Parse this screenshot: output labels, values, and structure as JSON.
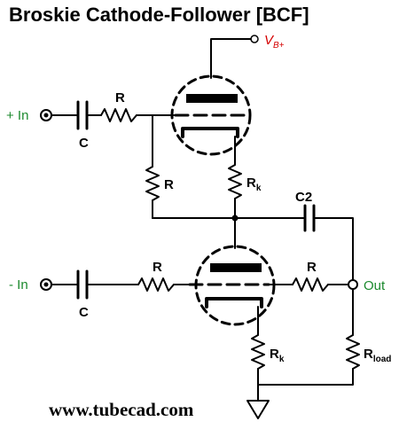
{
  "title": "Broskie Cathode-Follower [BCF]",
  "footer": "www.tubecad.com",
  "labels": {
    "supply_main": "V",
    "supply_sub": "B+",
    "in_plus": "+ In",
    "in_minus": "- In",
    "out": "Out",
    "cap_top": "C",
    "cap_bottom": "C",
    "cap_c2": "C2",
    "r_top_input": "R",
    "r_top_left": "R",
    "r_top_cathode_main": "R",
    "r_top_cathode_sub": "k",
    "r_bottom_input": "R",
    "r_bottom_feedback": "R",
    "r_bottom_cathode_main": "R",
    "r_bottom_cathode_sub": "k",
    "r_load_main": "R",
    "r_load_sub": "load"
  },
  "colors": {
    "input_label": "#1c8a2e",
    "supply_label": "#d40000",
    "wire": "#000000"
  }
}
